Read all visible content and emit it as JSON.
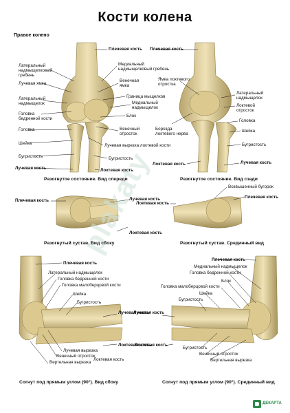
{
  "title": "Кости колена",
  "section_label": "Правое колено",
  "panel1": {
    "labels": {
      "humerus": "Плечевая кость",
      "lateral_crest": "Латеральный\nнадмыщелковый\nгребень",
      "medial_crest": "Медиальный\nнадмыщелковый гребень",
      "radial_fossa": "Лучевая ямка",
      "coronoid_fossa": "Венечная\nямка",
      "lateral_epicondyle": "Латеральный\nнадмыщелок",
      "capitulum_border": "Граница мыщелков",
      "medial_epicondyle": "Медиальный\nнадмыщелок",
      "capitulum": "Головка\nбедренной кости",
      "trochlea": "Блок",
      "head": "Головка",
      "coronoid_process": "Венечный\nотросток",
      "neck": "Шейка",
      "radial_notch": "Лучевая вырезка локтевой кости",
      "tuberosity_r": "Бугристость",
      "tuberosity_u": "Бугристость",
      "radius": "Лучевая кость",
      "ulna": "Локтевая кость"
    },
    "caption": "Разогнутое состояние. Вид спереди"
  },
  "panel2": {
    "labels": {
      "humerus": "Плечевая кость",
      "olecranon_fossa": "Ямка локтевого\nотростка",
      "lateral_epicondyle": "Латеральный\nнадмыщелок",
      "olecranon": "Локтевой\nотросток",
      "head": "Головка",
      "ulnar_groove": "Борозда\nлоктевого нерва",
      "neck": "Шейка",
      "tuberosity": "Бугристость",
      "ulna": "Локтевая кость",
      "radius": "Лучевая кость"
    },
    "caption": "Разогнутое состояние. Вид сзади"
  },
  "panel3": {
    "labels": {
      "humerus": "Плечевая кость",
      "radius": "Лучевая кость",
      "ulna": "Локтевая кость"
    },
    "caption": "Разогнутый сустав. Вид сбоку"
  },
  "panel4": {
    "labels": {
      "tubercle": "Возвышенный бугорок",
      "humerus": "Плечевая кость",
      "ulna": "Локтевая кость"
    },
    "caption": "Разогнутый сустав. Срединный вид"
  },
  "panel5": {
    "labels": {
      "humerus": "Плечевая кость",
      "lateral_epicondyle": "Латеральный надмыщелок",
      "capitulum": "Головка бедренной кости",
      "fibula_head": "Головка малоберцовой кости",
      "neck": "Шейка",
      "tuberosity": "Бугристость",
      "radius": "Лучевая кость",
      "radial_notch": "Лучевая вырезка",
      "coronoid": "Венечный отросток",
      "vertical_notch": "Вертельная вырезка",
      "ulna": "Локтевая кость",
      "ulna2": "Локтевая кость"
    },
    "caption": "Согнут под прямым углом (90°). Вид сбоку"
  },
  "panel6": {
    "labels": {
      "humerus": "Плечевая кость",
      "medial_epicondyle": "Медиальный надмыщелок",
      "capitulum": "Головка бедренной кости",
      "trochlea": "Блок",
      "fibula_head": "Головка малоберцовой кости",
      "neck": "Шейка",
      "tuberosity": "Бугристость",
      "radius": "Лучевая кость",
      "tuberosity2": "Бугристость",
      "coronoid": "Венечный отросток",
      "vertical_notch": "Вертельная вырезка",
      "ulna": "Локтевая кость"
    },
    "caption": "Согнут под прямым углом (90°). Срединный вид"
  },
  "watermark": "plakaty",
  "logo_text": "ДЕКАРТА",
  "colors": {
    "bone": "#e8d9a8",
    "bone_shadow": "#b9a66e",
    "watermark": "#cfe3d8"
  }
}
